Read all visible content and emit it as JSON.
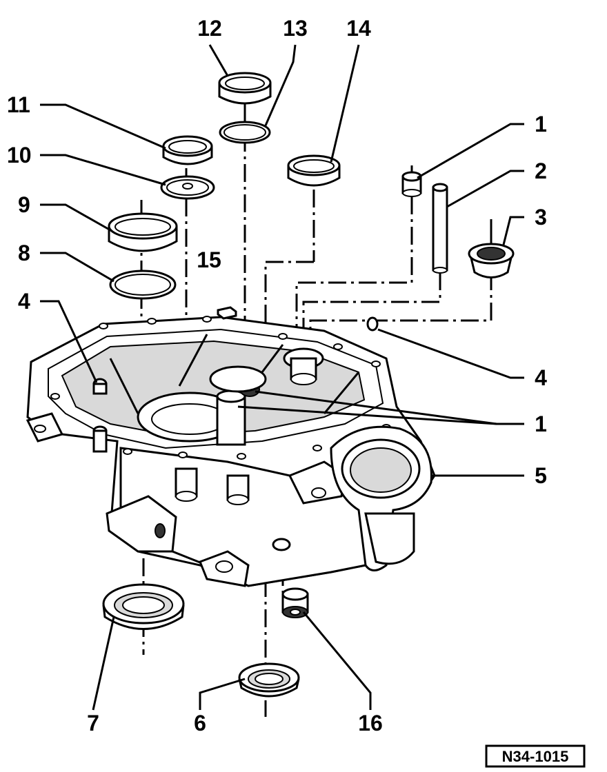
{
  "diagram": {
    "reference_code": "N34-1015",
    "callouts": [
      {
        "id": "c12",
        "label": "12"
      },
      {
        "id": "c13",
        "label": "13"
      },
      {
        "id": "c14",
        "label": "14"
      },
      {
        "id": "c11",
        "label": "11"
      },
      {
        "id": "c10",
        "label": "10"
      },
      {
        "id": "c9",
        "label": "9"
      },
      {
        "id": "c8",
        "label": "8"
      },
      {
        "id": "c15",
        "label": "15"
      },
      {
        "id": "c4a",
        "label": "4"
      },
      {
        "id": "c1a",
        "label": "1"
      },
      {
        "id": "c2",
        "label": "2"
      },
      {
        "id": "c3",
        "label": "3"
      },
      {
        "id": "c4b",
        "label": "4"
      },
      {
        "id": "c1b",
        "label": "1"
      },
      {
        "id": "c5",
        "label": "5"
      },
      {
        "id": "c7",
        "label": "7"
      },
      {
        "id": "c6",
        "label": "6"
      },
      {
        "id": "c16",
        "label": "16"
      }
    ]
  }
}
